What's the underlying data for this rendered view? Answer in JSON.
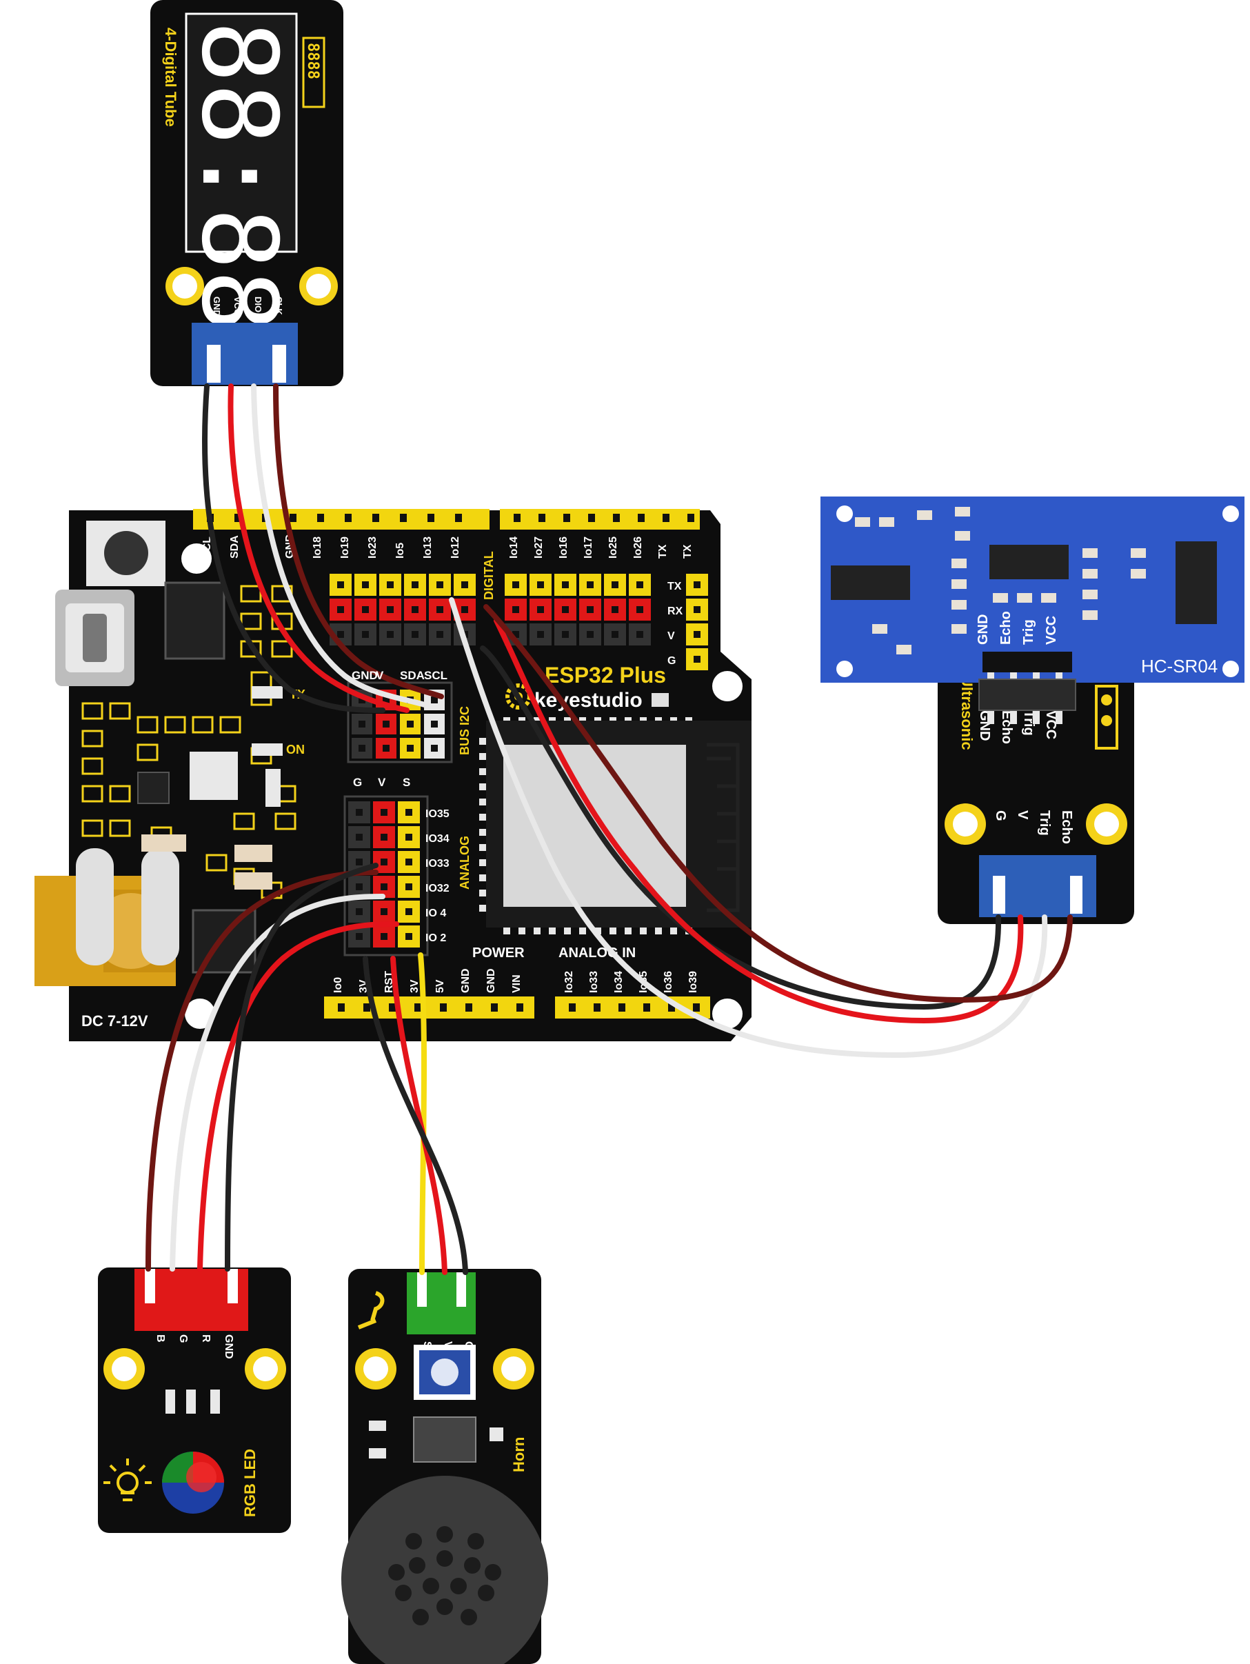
{
  "colors": {
    "board": "#0d0d0d",
    "header_yellow": "#f2d60f",
    "header_red": "#e01818",
    "header_black": "#333333",
    "label_yellow": "#f4d21a",
    "wire_black": "#222222",
    "wire_red": "#e4141b",
    "wire_white": "#e8e8e8",
    "wire_brown": "#6e1612",
    "wire_yellow": "#f5dc12",
    "hc_blue": "#2f58c8"
  },
  "mainboard": {
    "title": "ESP32 Plus",
    "brand": "keyestudio",
    "dc_label": "DC 7-12V",
    "tx_led": "TX",
    "on_led": "ON",
    "power_label": "POWER",
    "analog_in_label": "ANALOG IN",
    "bus_label": "BUS I2C",
    "analog_label": "ANALOG",
    "digital_label": "DIGITAL",
    "i2c_headers": [
      "GND",
      "V",
      "SDA",
      "SCL"
    ],
    "gvs_headers": [
      "G",
      "V",
      "S"
    ],
    "top_pins_left": [
      "SCL",
      "SDA",
      "",
      "GND",
      "Io18",
      "Io19",
      "Io23",
      "Io5",
      "Io13",
      "Io12"
    ],
    "top_pins_right": [
      "Io14",
      "Io27",
      "Io16",
      "Io17",
      "Io25",
      "Io26",
      "TX",
      "TX"
    ],
    "side_pins": [
      "TX",
      "RX",
      "V",
      "G"
    ],
    "analog_pins": [
      "IO35",
      "IO34",
      "IO33",
      "IO32",
      "IO 4",
      "IO 2"
    ],
    "bottom_pins_left": [
      "Io0",
      "3V",
      "RST",
      "3V",
      "5V",
      "GND",
      "GND",
      "VIN"
    ],
    "bottom_pins_right": [
      "Io32",
      "Io33",
      "Io34",
      "Io35",
      "Io36",
      "Io39"
    ]
  },
  "tube": {
    "name": "4-Digital Tube",
    "digits": "88:88",
    "pins": [
      "GND",
      "VCC",
      "DIO",
      "CLK"
    ]
  },
  "hcsr04": {
    "name": "HC-SR04",
    "pins": [
      "GND",
      "Echo",
      "Trig",
      "VCC"
    ]
  },
  "ultrasonic": {
    "name": "Ultrasonic",
    "pins": [
      "GND",
      "Echo",
      "Trig",
      "VCC"
    ],
    "conn_pins": [
      "G",
      "V",
      "Trig",
      "Echo"
    ]
  },
  "rgb": {
    "name": "RGB LED",
    "pins": [
      "B",
      "G",
      "R",
      "GND"
    ]
  },
  "horn": {
    "name": "Horn",
    "pins": [
      "S",
      "V",
      "G"
    ]
  }
}
